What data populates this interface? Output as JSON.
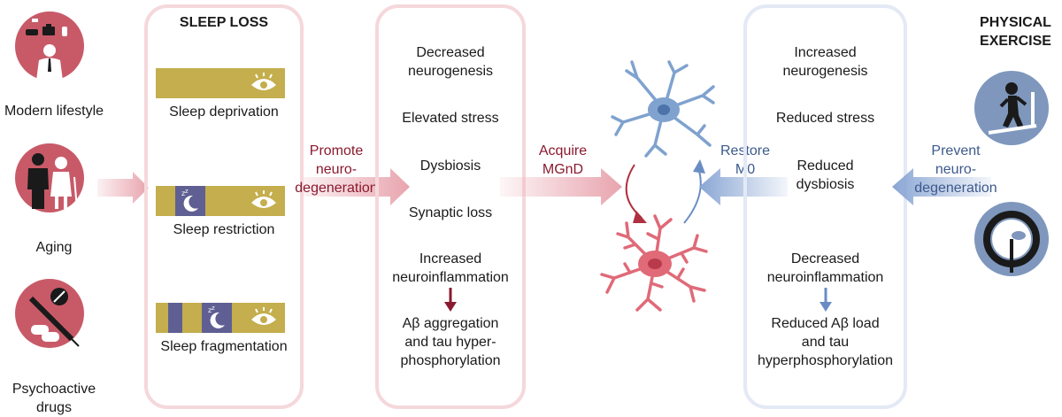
{
  "causes": {
    "modern_lifestyle": "Modern lifestyle",
    "aging": "Aging",
    "psychoactive_drugs_line1": "Psychoactive",
    "psychoactive_drugs_line2": "drugs"
  },
  "sleep_loss": {
    "title": "SLEEP LOSS",
    "deprivation": "Sleep deprivation",
    "restriction": "Sleep restriction",
    "fragmentation": "Sleep fragmentation"
  },
  "arrow_promote": {
    "line1": "Promote",
    "line2": "neuro-",
    "line3": "degeneration"
  },
  "effects_loss": {
    "item1_l1": "Decreased",
    "item1_l2": "neurogenesis",
    "item2": "Elevated stress",
    "item3": "Dysbiosis",
    "item4": "Synaptic loss",
    "item5_l1": "Increased",
    "item5_l2": "neuroinflammation",
    "item6_l1": "Aβ aggregation",
    "item6_l2": "and tau hyper-",
    "item6_l3": "phosphorylation"
  },
  "arrow_acquire": {
    "line1": "Acquire",
    "line2": "MGnD"
  },
  "arrow_restore": {
    "line1": "Restore",
    "line2": "M0"
  },
  "effects_exercise": {
    "item1_l1": "Increased",
    "item1_l2": "neurogenesis",
    "item2": "Reduced stress",
    "item3_l1": "Reduced",
    "item3_l2": "dysbiosis",
    "item4_l1": "Decreased",
    "item4_l2": "neuroinflammation",
    "item5_l1": "Reduced Aβ load",
    "item5_l2": "and tau",
    "item5_l3": "hyperphosphorylation"
  },
  "arrow_prevent": {
    "line1": "Prevent",
    "line2": "neuro-",
    "line3": "degeneration"
  },
  "physical_exercise": {
    "line1": "PHYSICAL",
    "line2": "EXERCISE"
  },
  "colors": {
    "loss_red": "#c85a68",
    "arrow_red": "#8a1a2e",
    "exercise_blue": "#7f97bd",
    "arrow_blue": "#3c5a8c",
    "bar_gold": "#c4ae4d",
    "bar_purple": "#5f5f93"
  },
  "icons": [
    "person-lifestyle-icon",
    "elderly-couple-icon",
    "pills-syringe-icon",
    "eye-icon",
    "moon-zzz-icon",
    "runner-treadmill-icon",
    "mouse-wheel-icon",
    "microglia-m0-icon",
    "microglia-mgnd-icon"
  ]
}
